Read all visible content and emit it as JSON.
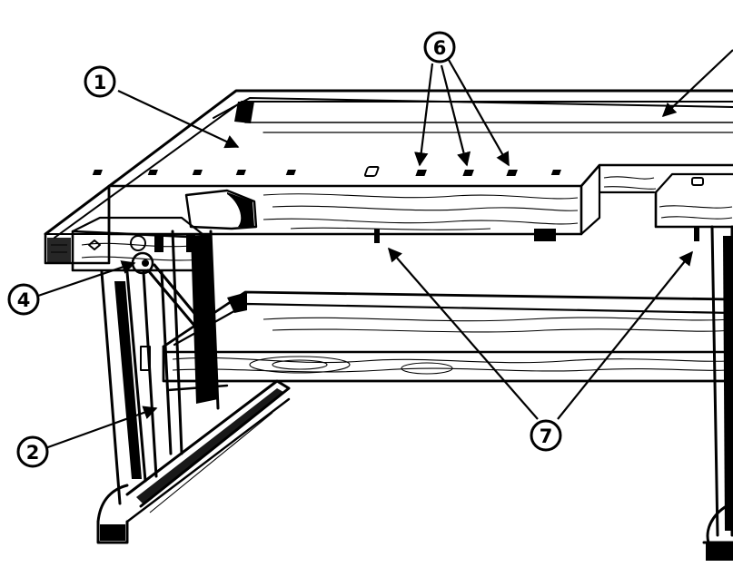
{
  "callouts": [
    {
      "id": "1",
      "label": "1"
    },
    {
      "id": "2",
      "label": "2"
    },
    {
      "id": "4",
      "label": "4"
    },
    {
      "id": "6",
      "label": "6"
    },
    {
      "id": "7",
      "label": "7"
    }
  ],
  "colors": {
    "ink": "#000000",
    "paper": "#ffffff"
  }
}
